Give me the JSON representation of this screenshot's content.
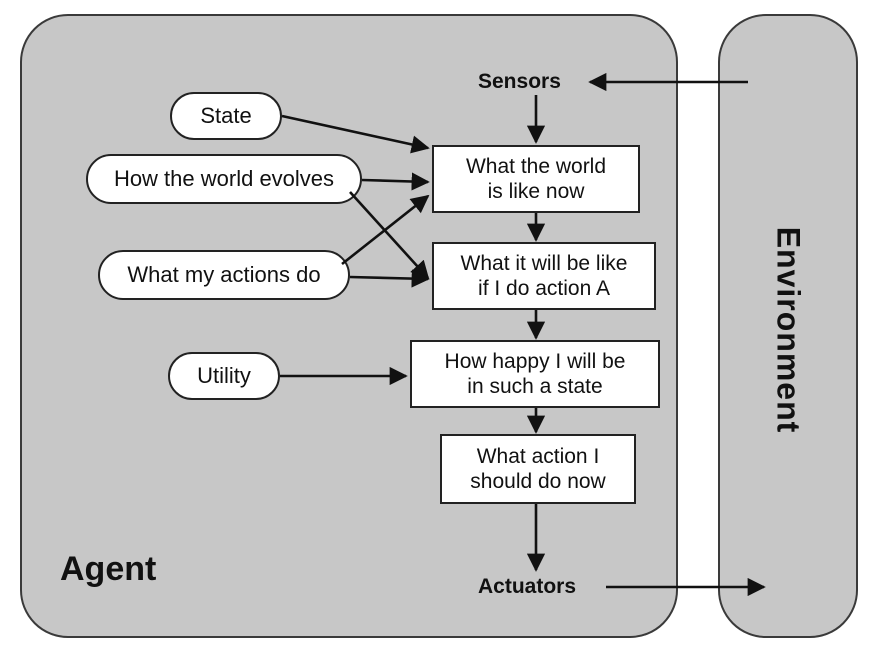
{
  "agent": {
    "label": "Agent"
  },
  "environment": {
    "label": "Environment"
  },
  "io": {
    "sensors": "Sensors",
    "actuators": "Actuators"
  },
  "inputs": {
    "state": "State",
    "world_evolves": "How the world evolves",
    "actions_do": "What my actions do",
    "utility": "Utility"
  },
  "process": {
    "world_now": "What the world\nis like now",
    "will_be_like": "What it will be like\nif I do action A",
    "how_happy": "How happy I will be\nin such a state",
    "what_action": "What action I\nshould do now"
  },
  "colors": {
    "panel_fill": "#c7c7c7",
    "panel_border": "#3a3a3a",
    "box_fill": "#ffffff",
    "ink": "#111111"
  }
}
